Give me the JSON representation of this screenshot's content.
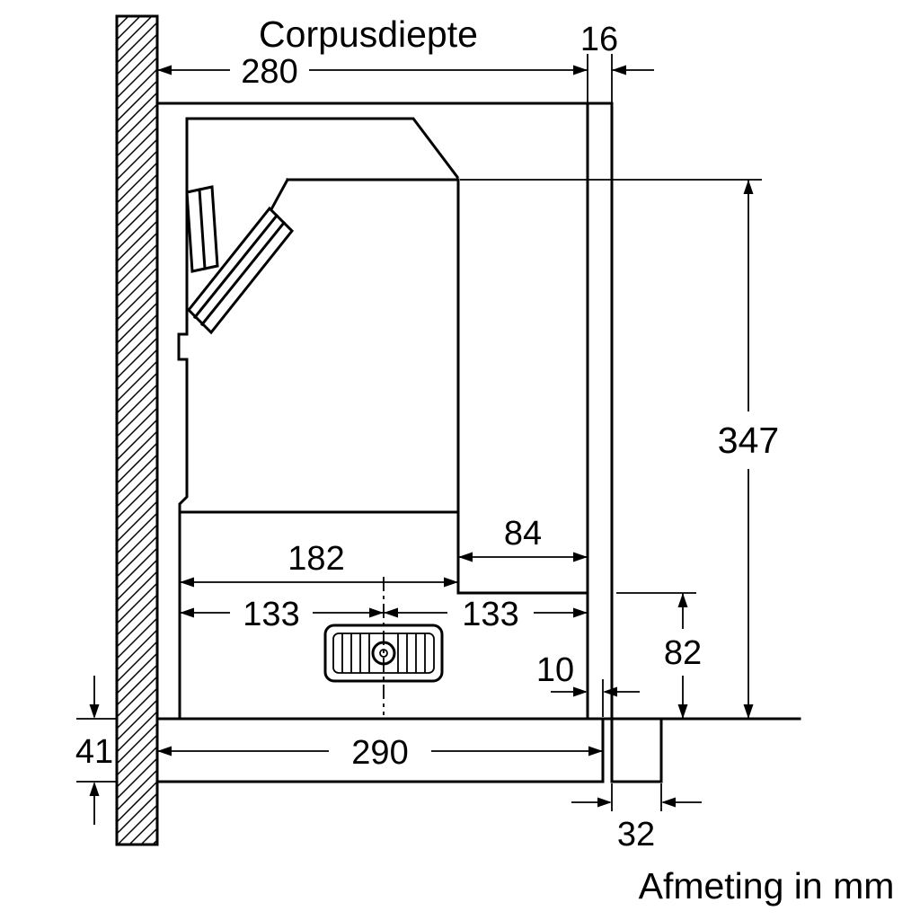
{
  "labels": {
    "corpus_depth_title": "Corpusdiepte",
    "units_note": "Afmeting in mm"
  },
  "dimensions": {
    "corpus_depth": "280",
    "front_panel_thickness": "16",
    "total_height": "347",
    "front_section_depth": "84",
    "body_depth": "182",
    "center_from_back": "133",
    "center_from_front": "133",
    "front_section_height": "82",
    "bottom_protrusion": "10",
    "bottom_bar_height": "41",
    "bottom_bar_depth": "290",
    "bottom_front_depth": "32"
  }
}
